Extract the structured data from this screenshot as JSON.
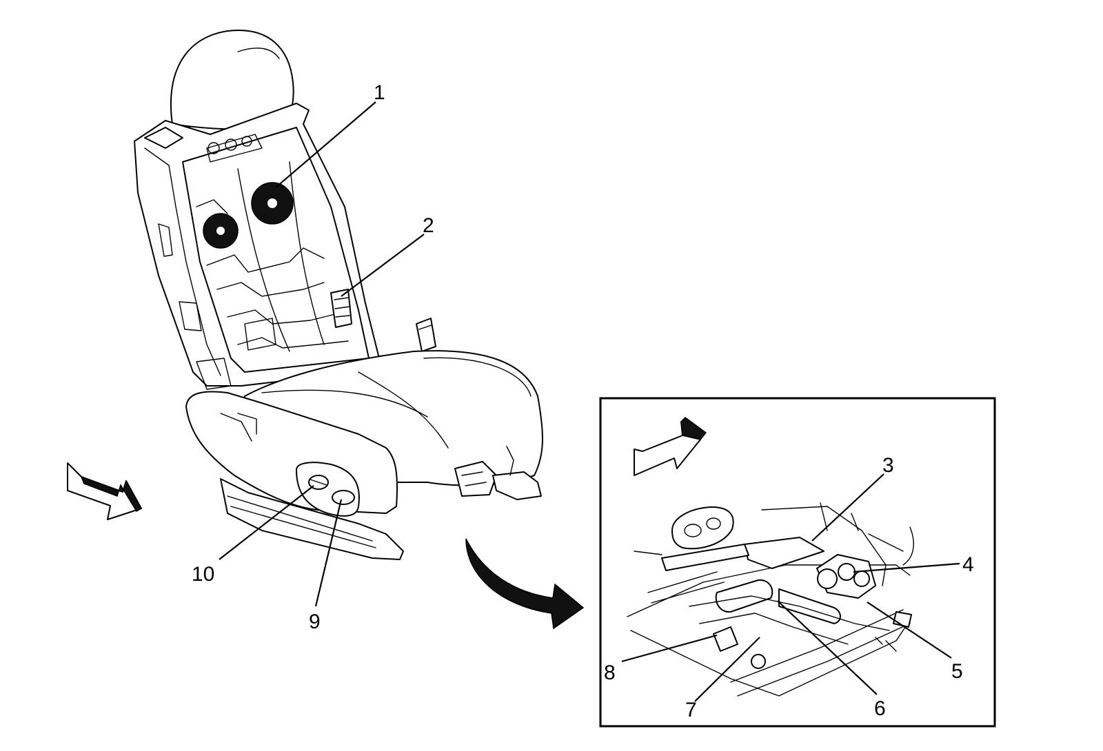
{
  "figure": {
    "callouts": [
      "1",
      "2",
      "3",
      "4",
      "5",
      "6",
      "7",
      "8",
      "9",
      "10"
    ]
  },
  "icons": {
    "front_arrow_main": "direction-arrow-icon",
    "front_arrow_inset": "direction-arrow-icon",
    "detail_arrow": "curved-arrow-icon"
  }
}
